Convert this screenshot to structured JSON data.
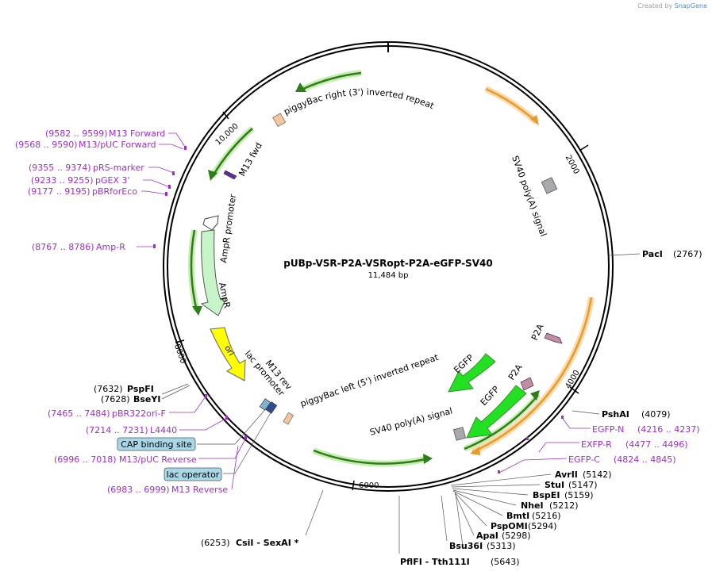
{
  "credit": {
    "prefix": "Created by",
    "brand": "SnapGene"
  },
  "plasmid": {
    "name": "pUBp-VSR-P2A-VSRopt-P2A-eGFP-SV40",
    "length_label": "11,484 bp",
    "length": 11484
  },
  "ticks": [
    {
      "bp": 2000,
      "label": "2000"
    },
    {
      "bp": 4000,
      "label": "4000"
    },
    {
      "bp": 6000,
      "label": "6000"
    },
    {
      "bp": 8000,
      "label": "8000"
    },
    {
      "bp": 10000,
      "label": "10,000"
    }
  ],
  "enzymes": [
    {
      "id": "paci",
      "name": "PacI",
      "pos": "(2767)"
    },
    {
      "id": "pshai",
      "name": "PshAI",
      "pos": "(4079)"
    },
    {
      "id": "avrii",
      "name": "AvrII",
      "pos": "(5142)"
    },
    {
      "id": "stui",
      "name": "StuI",
      "pos": "(5147)"
    },
    {
      "id": "bspei",
      "name": "BspEI",
      "pos": "(5159)"
    },
    {
      "id": "nhei",
      "name": "NheI",
      "pos": "(5212)"
    },
    {
      "id": "bmti",
      "name": "BmtI",
      "pos": "(5216)"
    },
    {
      "id": "pspomi",
      "name": "PspOMI",
      "pos": "(5294)"
    },
    {
      "id": "apai",
      "name": "ApaI",
      "pos": "(5298)"
    },
    {
      "id": "bsu36i",
      "name": "Bsu36I",
      "pos": "(5313)"
    },
    {
      "id": "pflfi",
      "name": "PflFI - Tth111I",
      "pos": "(5643)"
    },
    {
      "id": "csii",
      "name": "CsiI - SexAI *",
      "pos": "(6253)"
    },
    {
      "id": "pspfi",
      "name": "PspFI",
      "pos": "(7632)"
    },
    {
      "id": "bseyi",
      "name": "BseYI",
      "pos": "(7628)"
    }
  ],
  "primers": [
    {
      "id": "m13fwd",
      "range": "(9582 .. 9599)",
      "name": "M13 Forward"
    },
    {
      "id": "m13puc",
      "range": "(9568 .. 9590)",
      "name": "M13/pUC Forward"
    },
    {
      "id": "prs",
      "range": "(9355 .. 9374)",
      "name": "pRS-marker"
    },
    {
      "id": "pgex",
      "range": "(9233 .. 9255)",
      "name": "pGEX 3'"
    },
    {
      "id": "pbrfor",
      "range": "(9177 .. 9195)",
      "name": "pBRforEco"
    },
    {
      "id": "ampr",
      "range": "(8767 .. 8786)",
      "name": "Amp-R"
    },
    {
      "id": "pbr322",
      "range": "(7465 .. 7484)",
      "name": "pBR322ori-F"
    },
    {
      "id": "l4440",
      "range": "(7214 .. 7231)",
      "name": "L4440"
    },
    {
      "id": "m13pucrev",
      "range": "(6996 .. 7018)",
      "name": "M13/pUC Reverse"
    },
    {
      "id": "m13rev",
      "range": "(6983 .. 6999)",
      "name": "M13 Reverse"
    },
    {
      "id": "egfpn",
      "name": "EGFP-N",
      "range": "(4216 .. 4237)"
    },
    {
      "id": "exfpr",
      "name": "EXFP-R",
      "range": "(4477 .. 4496)"
    },
    {
      "id": "egfpc",
      "name": "EGFP-C",
      "range": "(4824 .. 4845)"
    }
  ],
  "features": {
    "pbac_right": "piggyBac right (3') inverted repeat",
    "sv40_top": "SV40 poly(A) signal",
    "m13_fwd": "M13 fwd",
    "ampr_promoter": "AmpR promoter",
    "ampr": "AmpR",
    "ori": "ori",
    "m13_rev": "M13 rev",
    "lac_promoter": "lac promoter",
    "pbac_left": "piggyBac left (5') inverted repeat",
    "sv40_bottom": "SV40 poly(A) signal",
    "egfp_outer": "EGFP",
    "egfp_inner": "EGFP",
    "p2a_outer": "P2A",
    "p2a_inner": "P2A"
  },
  "boxed": {
    "cap": "CAP binding site",
    "lacop": "lac operator"
  },
  "colors": {
    "backbone": "#000000",
    "primer": "#9b2fc4",
    "orange_arc": "#e89a2c",
    "green_arc": "#2e7d1a",
    "egfp": "#22e022",
    "ori": "#ffff00",
    "ampr": "#c7f5c7",
    "box_fill": "#a8d8e8"
  }
}
